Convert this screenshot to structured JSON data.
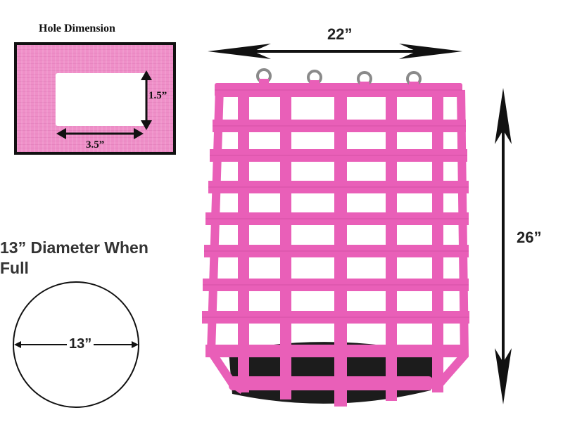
{
  "hole_section": {
    "title": "Hole Dimension",
    "height_label": "1.5”",
    "width_label": "3.5”"
  },
  "full_size": {
    "title": "13” Diameter When Full",
    "diameter_label": "13”"
  },
  "net": {
    "width_label": "22”",
    "height_label": "26”"
  },
  "colors": {
    "net_pink": "#e95fb8",
    "net_pink_light": "#ef8fc8",
    "inner_bag": "#1c1c1c",
    "arrow": "#111111"
  }
}
